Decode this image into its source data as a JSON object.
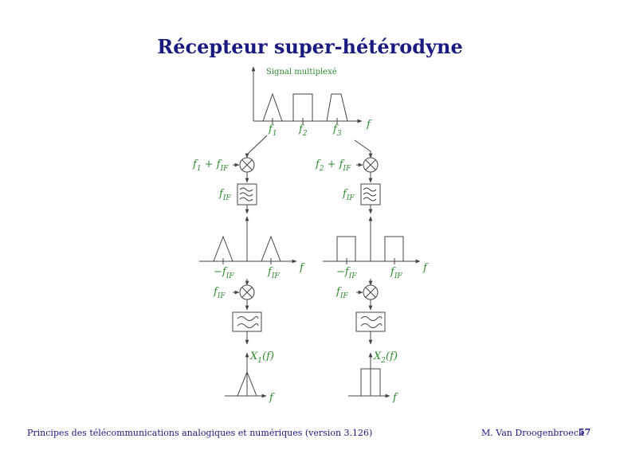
{
  "slide": {
    "title": "Récepteur super-hétérodyne"
  },
  "diagram": {
    "top_spectrum_label": "Signal multiplexé",
    "top_axis_label": "f",
    "top_ticks": [
      {
        "sym": "f",
        "sub": "1"
      },
      {
        "sym": "f",
        "sub": "2"
      },
      {
        "sym": "f",
        "sub": "3"
      }
    ],
    "left": {
      "mixer_input": {
        "pre": "f",
        "sub1": "1",
        "mid": " + f",
        "sub2": "IF"
      },
      "filter_label": {
        "sym": "f",
        "sub": "IF"
      },
      "spectrum_ticks": [
        {
          "sym": "−f",
          "sub": "IF"
        },
        {
          "sym": "f",
          "sub": "IF"
        }
      ],
      "axis_label": "f",
      "mixer2_input": {
        "sym": "f",
        "sub": "IF"
      },
      "output_label": {
        "sym": "X",
        "sub": "1",
        "post": "(f)"
      },
      "output_axis": "f"
    },
    "right": {
      "mixer_input": {
        "pre": "f",
        "sub1": "2",
        "mid": " + f",
        "sub2": "IF"
      },
      "filter_label": {
        "sym": "f",
        "sub": "IF"
      },
      "spectrum_ticks": [
        {
          "sym": "−f",
          "sub": "IF"
        },
        {
          "sym": "f",
          "sub": "IF"
        }
      ],
      "axis_label": "f",
      "mixer2_input": {
        "sym": "f",
        "sub": "IF"
      },
      "output_label": {
        "sym": "X",
        "sub": "2",
        "post": "(f)"
      },
      "output_axis": "f"
    }
  },
  "footer": {
    "course": "Principes des télécommunications analogiques et numériques (version 3.126)",
    "author": "M. Van Droogenbroeck",
    "page": "57"
  },
  "colors": {
    "title": "#1a1a80",
    "label": "#2e8b2e",
    "line": "#444444"
  }
}
